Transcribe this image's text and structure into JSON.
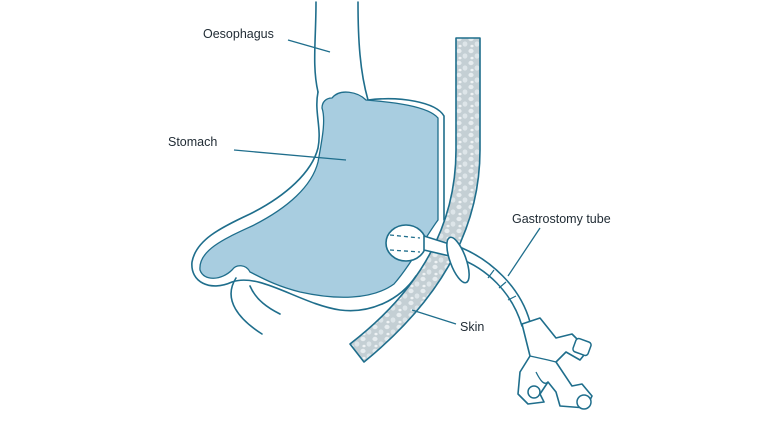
{
  "labels": {
    "oesophagus": "Oesophagus",
    "stomach": "Stomach",
    "gastrostomy_tube": "Gastrostomy tube",
    "skin": "Skin"
  },
  "colors": {
    "outline": "#1f6e8c",
    "stomach_fill": "#a8cde0",
    "wall_fill": "#b9c6cc",
    "text": "#1f2a33"
  }
}
